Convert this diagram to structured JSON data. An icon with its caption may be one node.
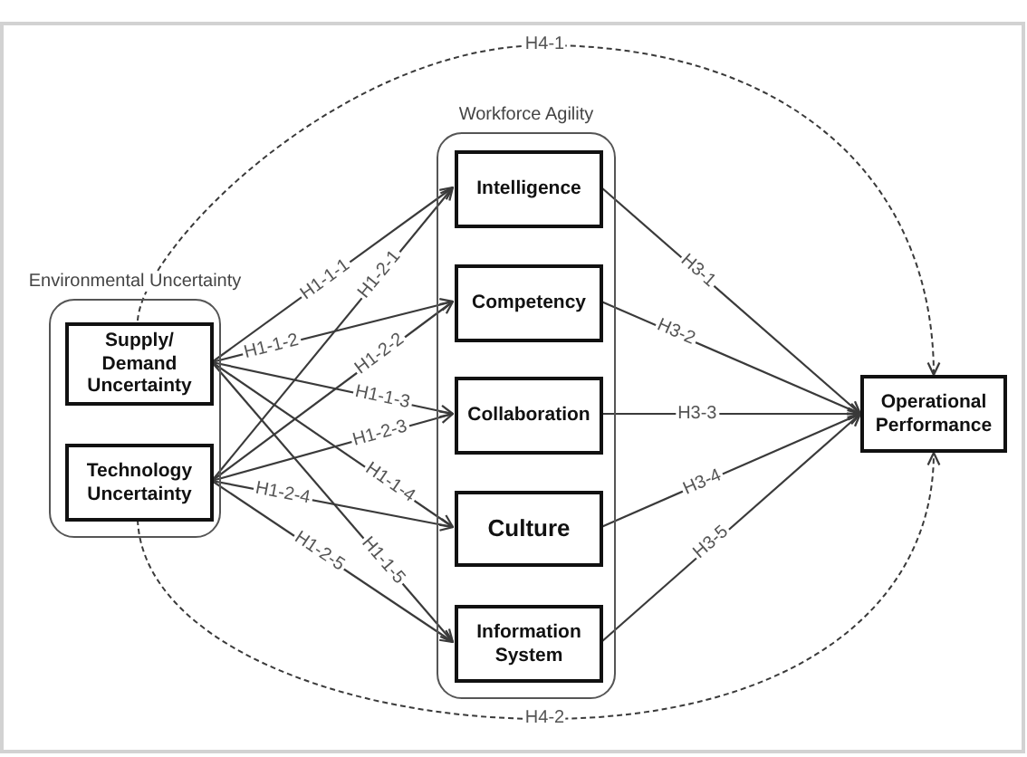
{
  "diagram": {
    "nodes": [
      {
        "text": [
          "Environmental Uncertainty"
        ]
      },
      {
        "text": [
          "Supply/ Demand Uncertainty"
        ],
        "in": 0
      },
      {
        "text": [
          "Technology Uncertainty"
        ],
        "in": 0
      },
      {
        "text": [
          "Workforce Agility"
        ]
      },
      {
        "text": [
          "Intelligence"
        ],
        "in": 3
      },
      {
        "text": [
          "Competency"
        ],
        "in": 3
      },
      {
        "text": [
          "Collaboration"
        ],
        "in": 3
      },
      {
        "text": [
          "Culture"
        ],
        "in": 3
      },
      {
        "text": [
          "Information System"
        ],
        "in": 3
      },
      {
        "text": [
          "Operational Performance"
        ]
      }
    ],
    "edges": [
      {
        "from": 1,
        "to": 4,
        "arrow": "to",
        "label": "H1-1-1"
      },
      {
        "from": 2,
        "to": 4,
        "arrow": "to",
        "label": "H1-2-1"
      },
      {
        "from": 1,
        "to": 5,
        "arrow": "to",
        "label": "H1-1-2"
      },
      {
        "from": 2,
        "to": 5,
        "arrow": "to",
        "label": "H1-2-2"
      },
      {
        "from": 1,
        "to": 6,
        "arrow": "to",
        "label": "H1-1-3"
      },
      {
        "from": 2,
        "to": 6,
        "arrow": "to",
        "label": "H1-2-3"
      },
      {
        "from": 1,
        "to": 7,
        "arrow": "to",
        "label": "H1-1-4"
      },
      {
        "from": 2,
        "to": 7,
        "arrow": "to",
        "label": "H1-2-4"
      },
      {
        "from": 1,
        "to": 8,
        "arrow": "to",
        "label": "H1-1-5"
      },
      {
        "from": 2,
        "to": 8,
        "arrow": "to",
        "label": "H1-2-5"
      },
      {
        "from": 4,
        "to": 9,
        "arrow": "to",
        "label": "H3-1"
      },
      {
        "from": 5,
        "to": 9,
        "arrow": "to",
        "label": "H3-2"
      },
      {
        "from": 6,
        "to": 9,
        "arrow": "to",
        "label": "H3-3"
      },
      {
        "from": 7,
        "to": 9,
        "arrow": "to",
        "label": "H3-4"
      },
      {
        "from": 8,
        "to": 9,
        "arrow": "to",
        "label": "H3-5"
      },
      {
        "from": 1,
        "to": 9,
        "arrow": "to",
        "label": "H4-1",
        "style": "dashed"
      },
      {
        "from": 2,
        "to": 9,
        "arrow": "to",
        "label": "H4-2",
        "style": "dashed"
      }
    ]
  }
}
